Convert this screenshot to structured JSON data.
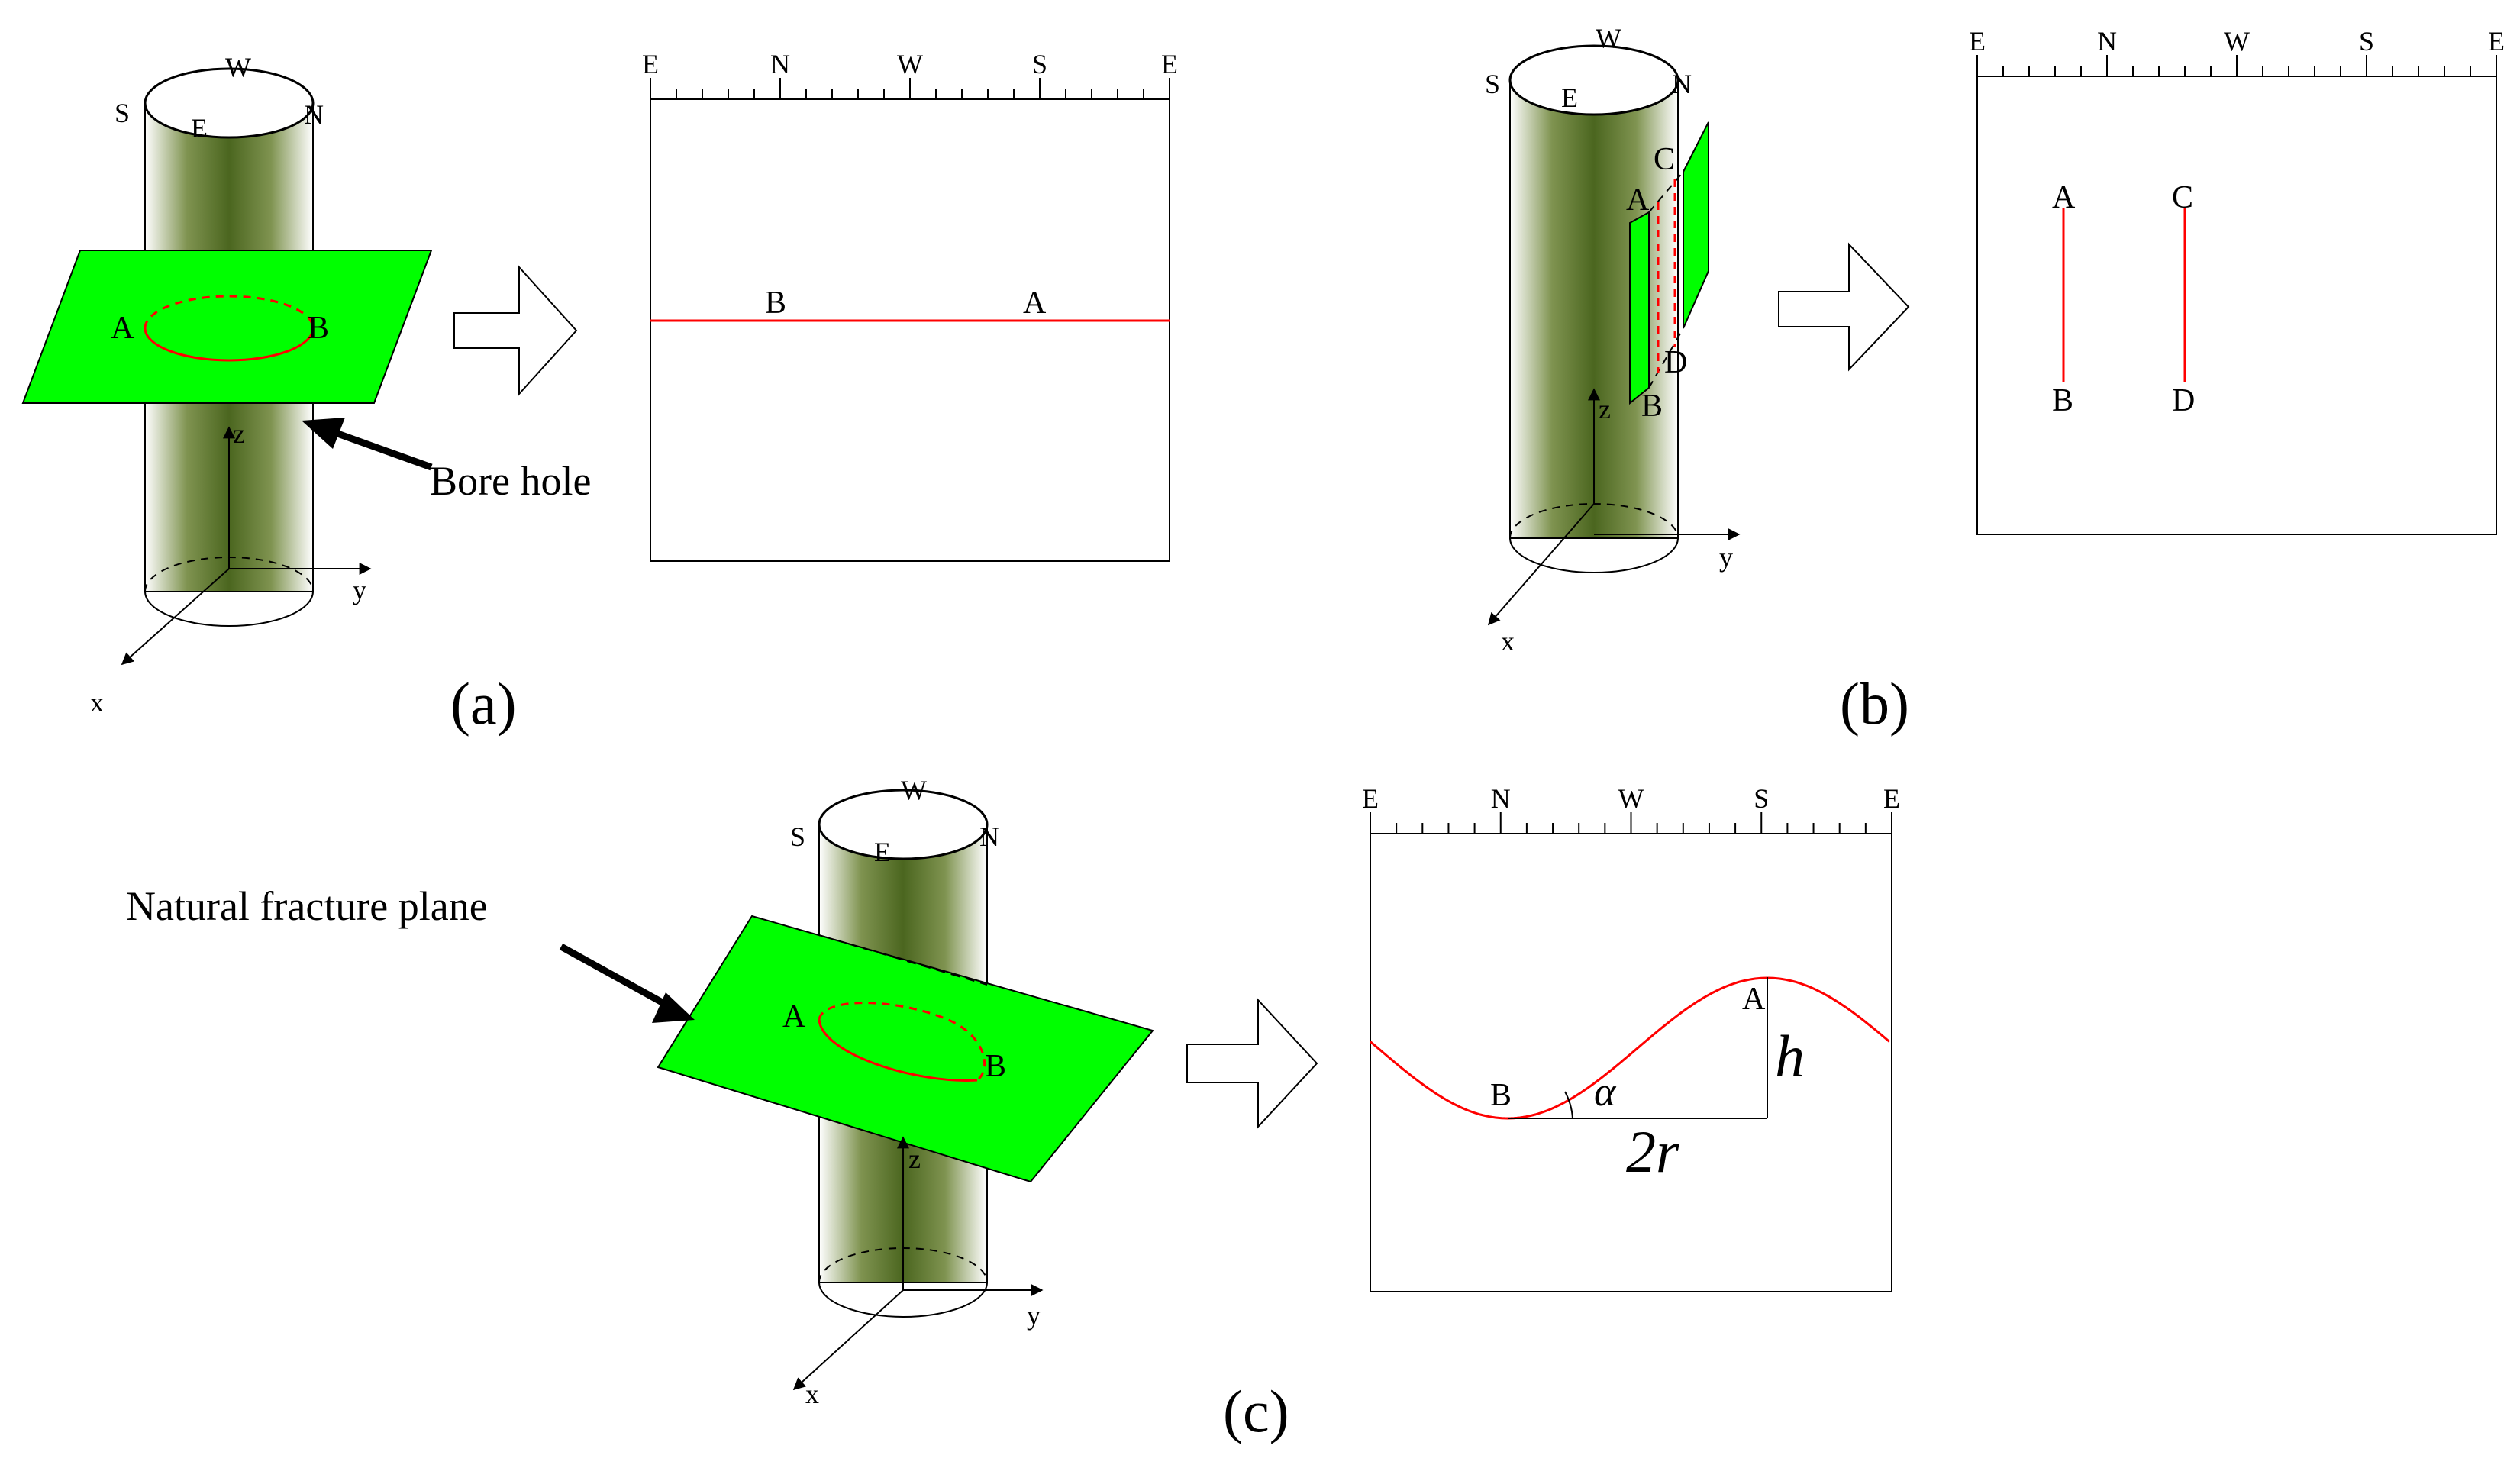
{
  "compass_labels": [
    "E",
    "N",
    "W",
    "S",
    "E"
  ],
  "cylinder_compass": {
    "top": "W",
    "left": "S",
    "front": "E",
    "right": "N"
  },
  "axes": {
    "x": "x",
    "y": "y",
    "z": "z"
  },
  "panel_a": {
    "caption": "(a)",
    "point_a": "A",
    "point_b": "B",
    "borehole_callout": "Bore hole",
    "trace_a": "A",
    "trace_b": "B"
  },
  "panel_b": {
    "caption": "(b)",
    "point_a": "A",
    "point_b": "B",
    "point_c": "C",
    "point_d": "D",
    "trace_a": "A",
    "trace_b": "B",
    "trace_c": "C",
    "trace_d": "D"
  },
  "panel_c": {
    "caption": "(c)",
    "point_a": "A",
    "point_b": "B",
    "fracture_callout": "Natural fracture plane",
    "trace_a": "A",
    "trace_b": "B",
    "angle_symbol": "α",
    "height_symbol": "h",
    "width_symbol": "2r"
  },
  "colors": {
    "fracture_plane": "#00ff00",
    "trace_line": "#ff0000",
    "cylinder_dark": "#4f6a23",
    "cylinder_light": "#ffffff"
  }
}
